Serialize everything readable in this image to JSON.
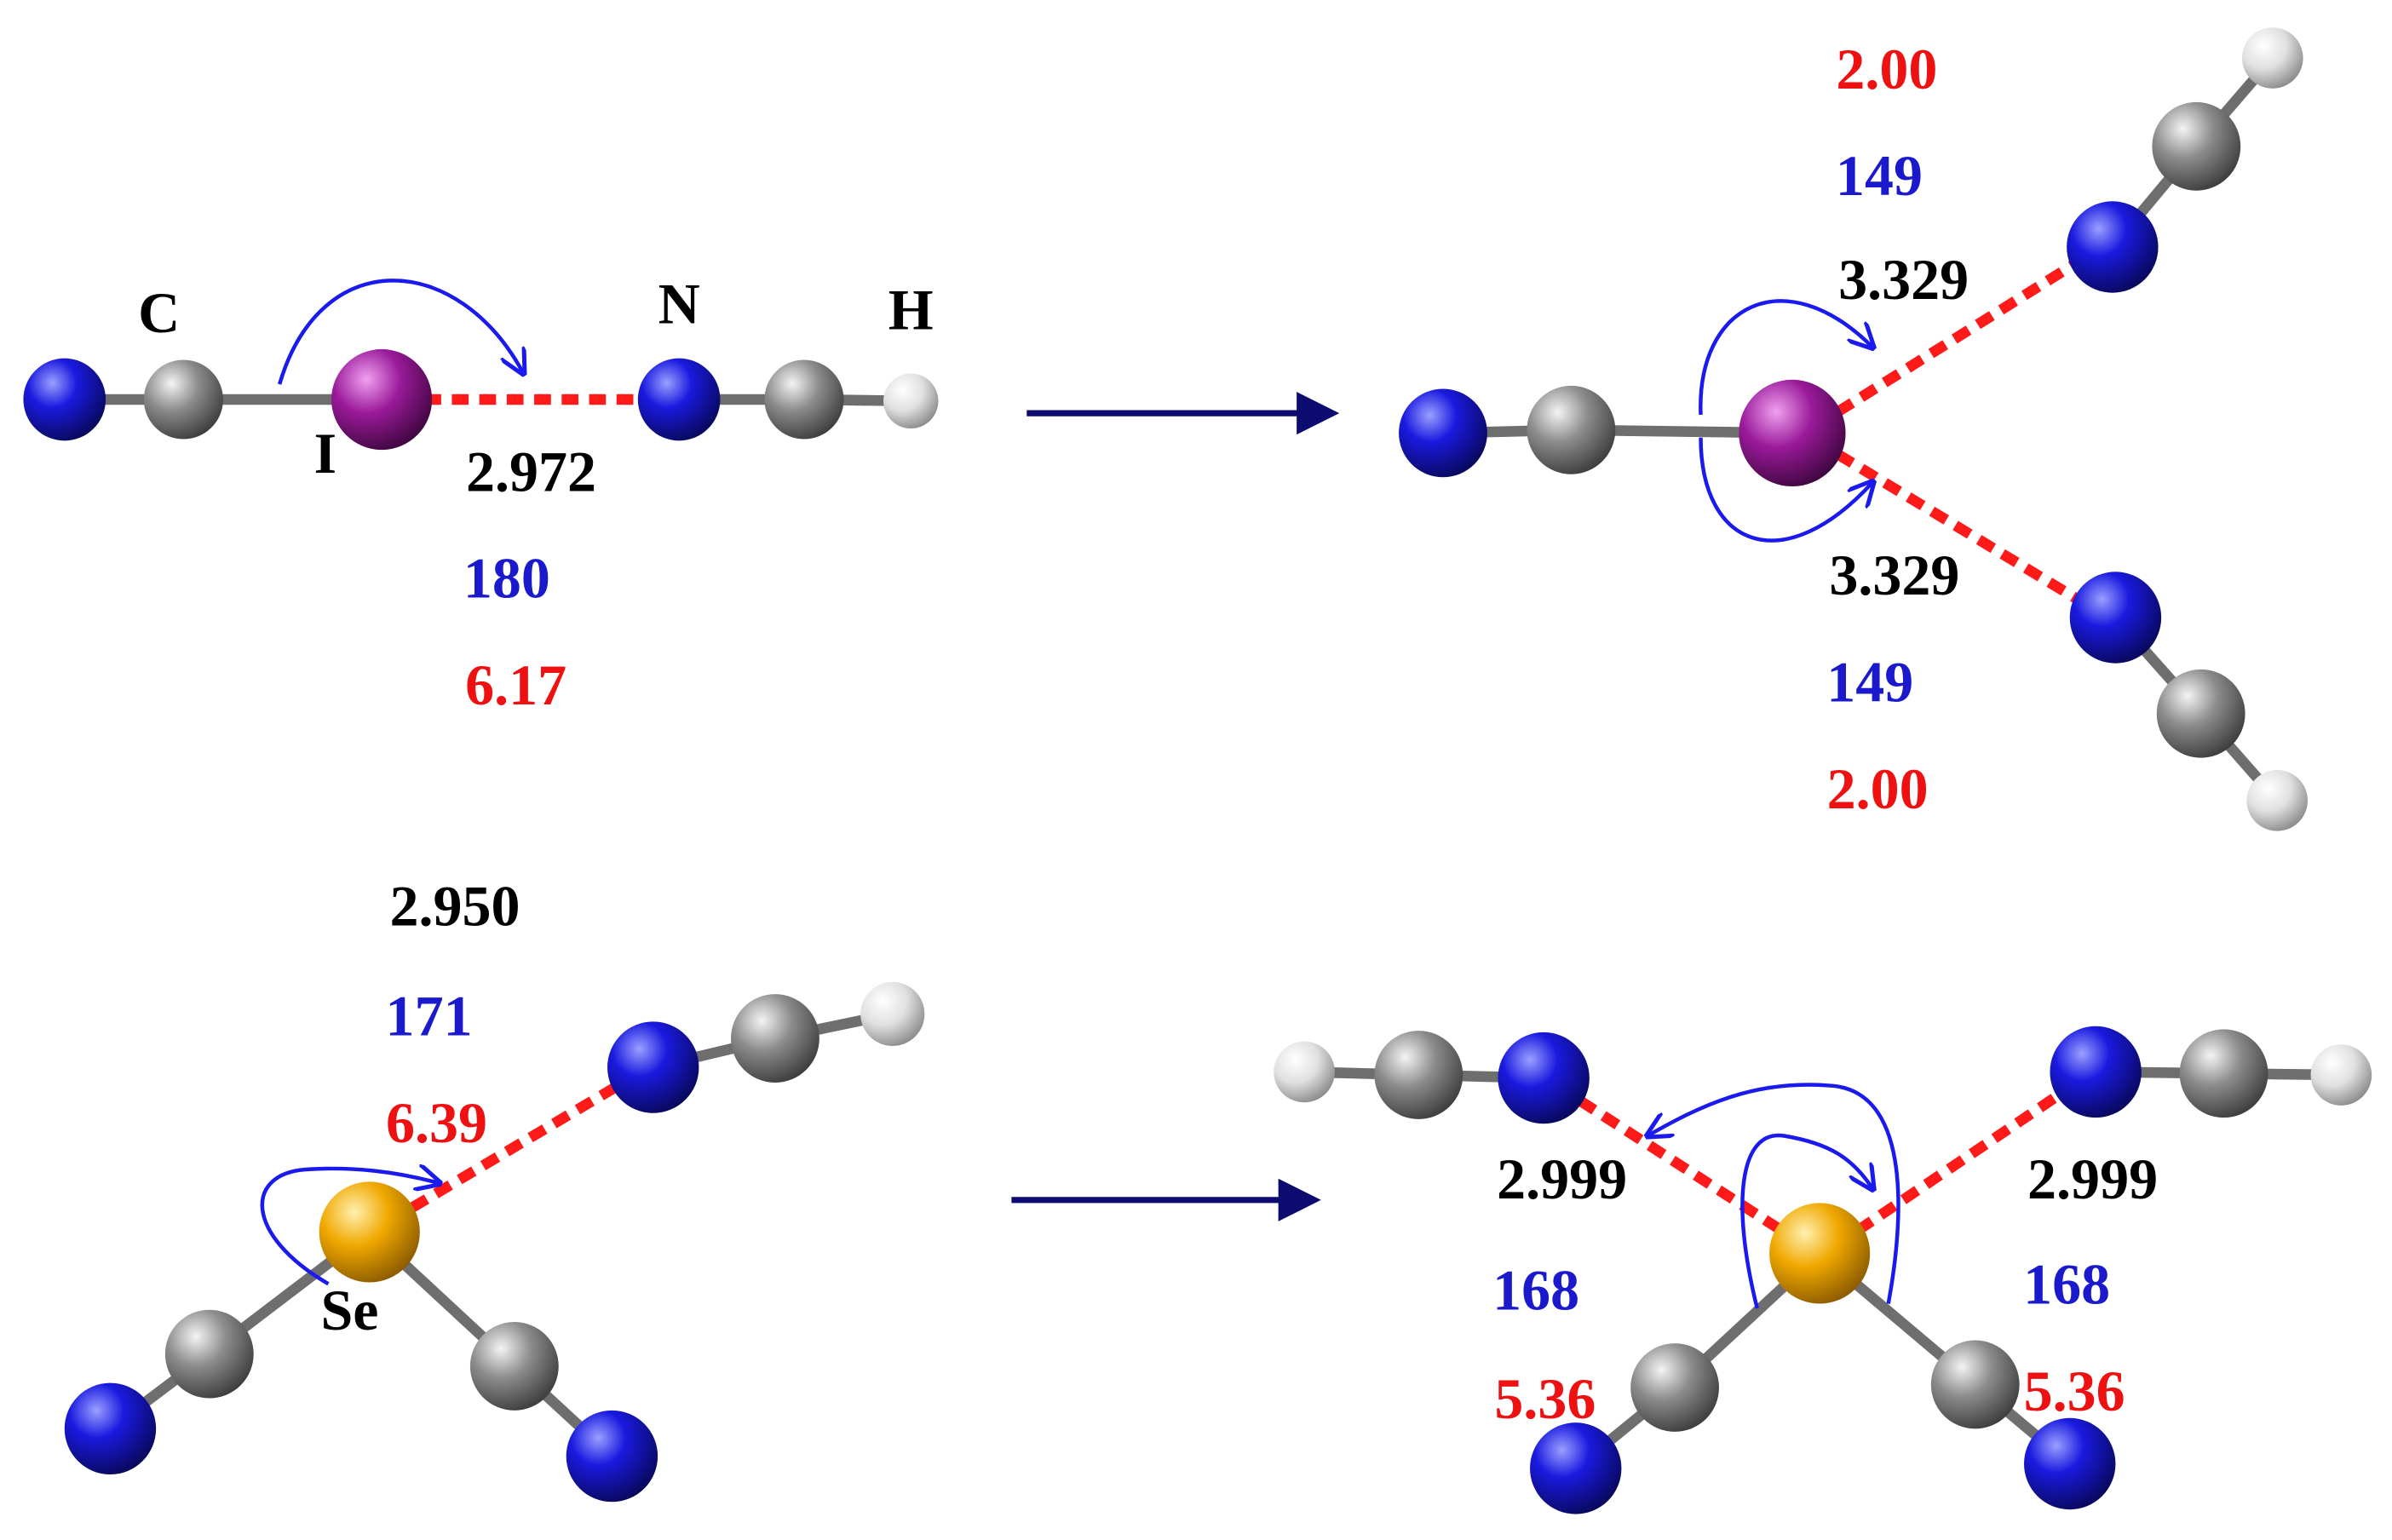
{
  "colors": {
    "N": "#1a1adf",
    "C": "#8c8c8c",
    "H": "#e8e8e8",
    "I": "#9a1a9a",
    "Se": "#f0a800",
    "bond": "#6e6e6e",
    "halogen_bond": "#ff1a1a",
    "arrow": "#0c0c70",
    "curve": "#1a1aee",
    "text_black": "#000000",
    "text_blue": "#1a1acc",
    "text_red": "#ee1111"
  },
  "atom_labels": {
    "C": "C",
    "I": "I",
    "N": "N",
    "H": "H",
    "Se": "Se"
  },
  "panels": {
    "top_left": {
      "distance": "2.972",
      "angle": "180",
      "energy": "6.17"
    },
    "top_right": {
      "upper": {
        "energy": "2.00",
        "angle": "149",
        "distance": "3.329"
      },
      "lower": {
        "distance": "3.329",
        "angle": "149",
        "energy": "2.00"
      }
    },
    "bottom_left": {
      "distance": "2.950",
      "angle": "171",
      "energy": "6.39"
    },
    "bottom_right": {
      "left": {
        "distance": "2.999",
        "angle": "168",
        "energy": "5.36"
      },
      "right": {
        "distance": "2.999",
        "angle": "168",
        "energy": "5.36"
      }
    }
  },
  "icons": {
    "reaction_arrow": "right-arrow-icon"
  }
}
